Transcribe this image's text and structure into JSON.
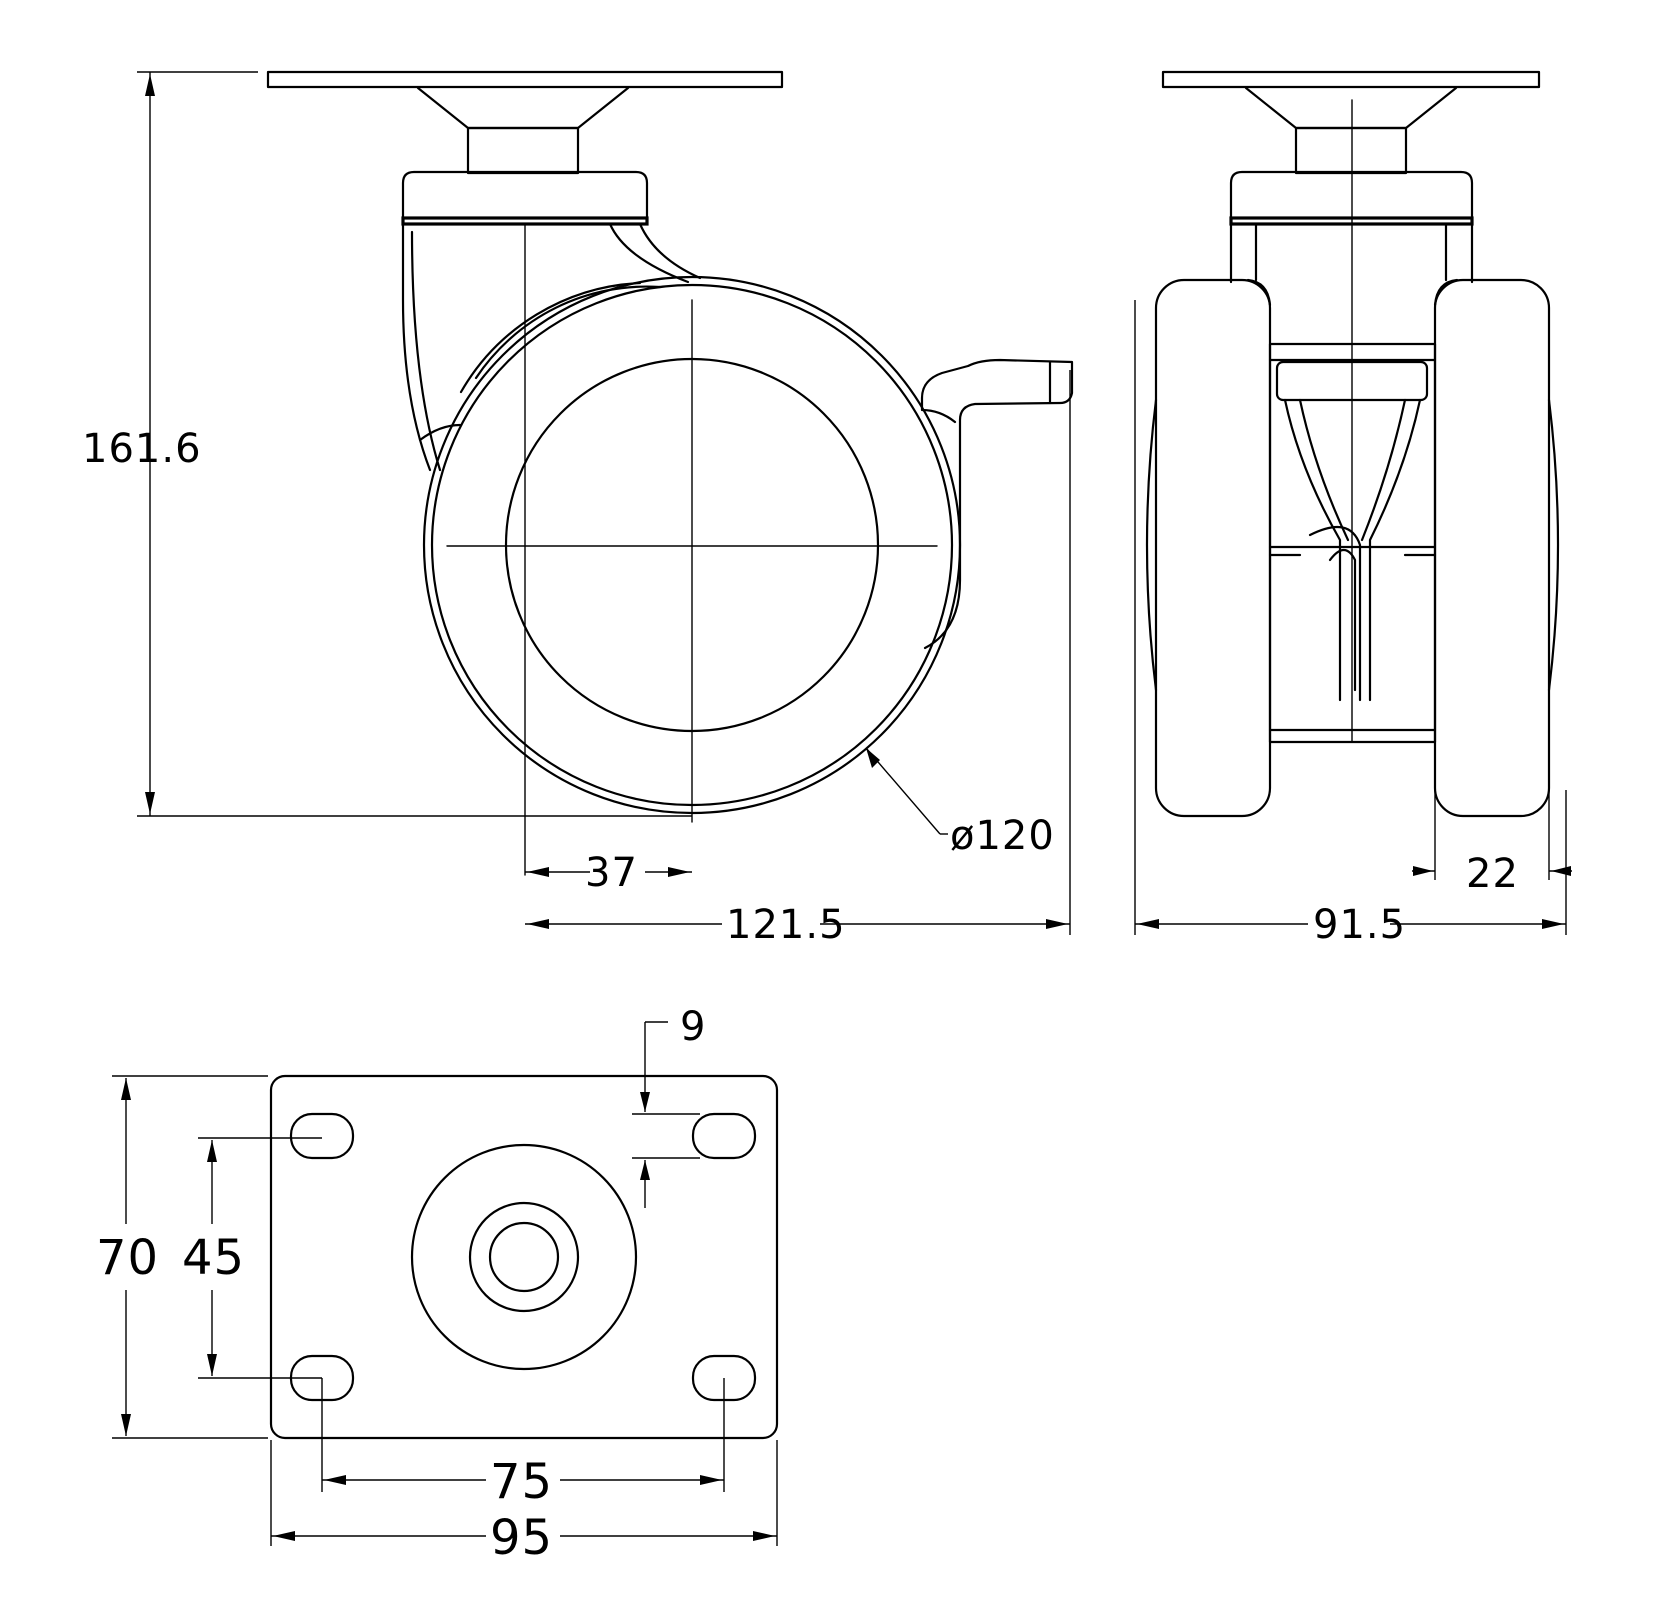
{
  "dimensions": {
    "overall_height": "161.6",
    "offset": "37",
    "wheel_diameter": "ø120",
    "overall_length": "121.5",
    "overall_width": "91.5",
    "wheel_width": "22",
    "slot_size": "9",
    "plate_length": "70",
    "hole_spacing_short": "45",
    "hole_spacing_long": "75",
    "plate_width": "95"
  }
}
